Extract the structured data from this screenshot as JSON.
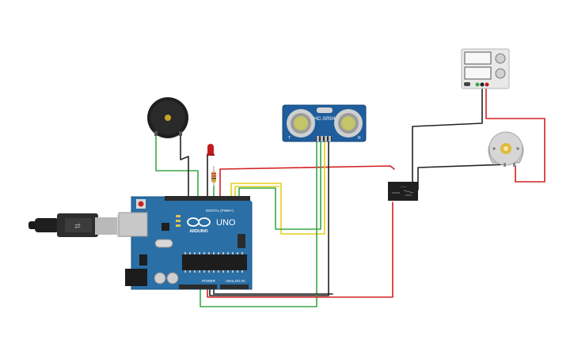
{
  "colors": {
    "board": "#2a6fa6",
    "board_dark": "#1d5584",
    "wire_green": "#3aa845",
    "wire_yellow": "#e6cf1d",
    "wire_red": "#d42020",
    "wire_black": "#222222",
    "sensor": "#1f5d9d",
    "header": "#2b2b2b"
  },
  "arduino": {
    "model": "UNO",
    "brand": "ARDUINO",
    "digital_label": "DIGITAL (PWM~)",
    "power_label": "POWER",
    "analog_label": "ANALOG IN"
  },
  "sensor": {
    "model": "HC-SR04",
    "pin_left": "T",
    "pin_right": "R"
  },
  "components": {
    "buzzer": "buzzer-icon",
    "led": "led-icon",
    "resistor": "resistor-icon",
    "relay": "relay-icon",
    "motor": "dc-motor-icon",
    "power_supply": "power-supply-icon",
    "usb": "usb-cable-icon"
  }
}
